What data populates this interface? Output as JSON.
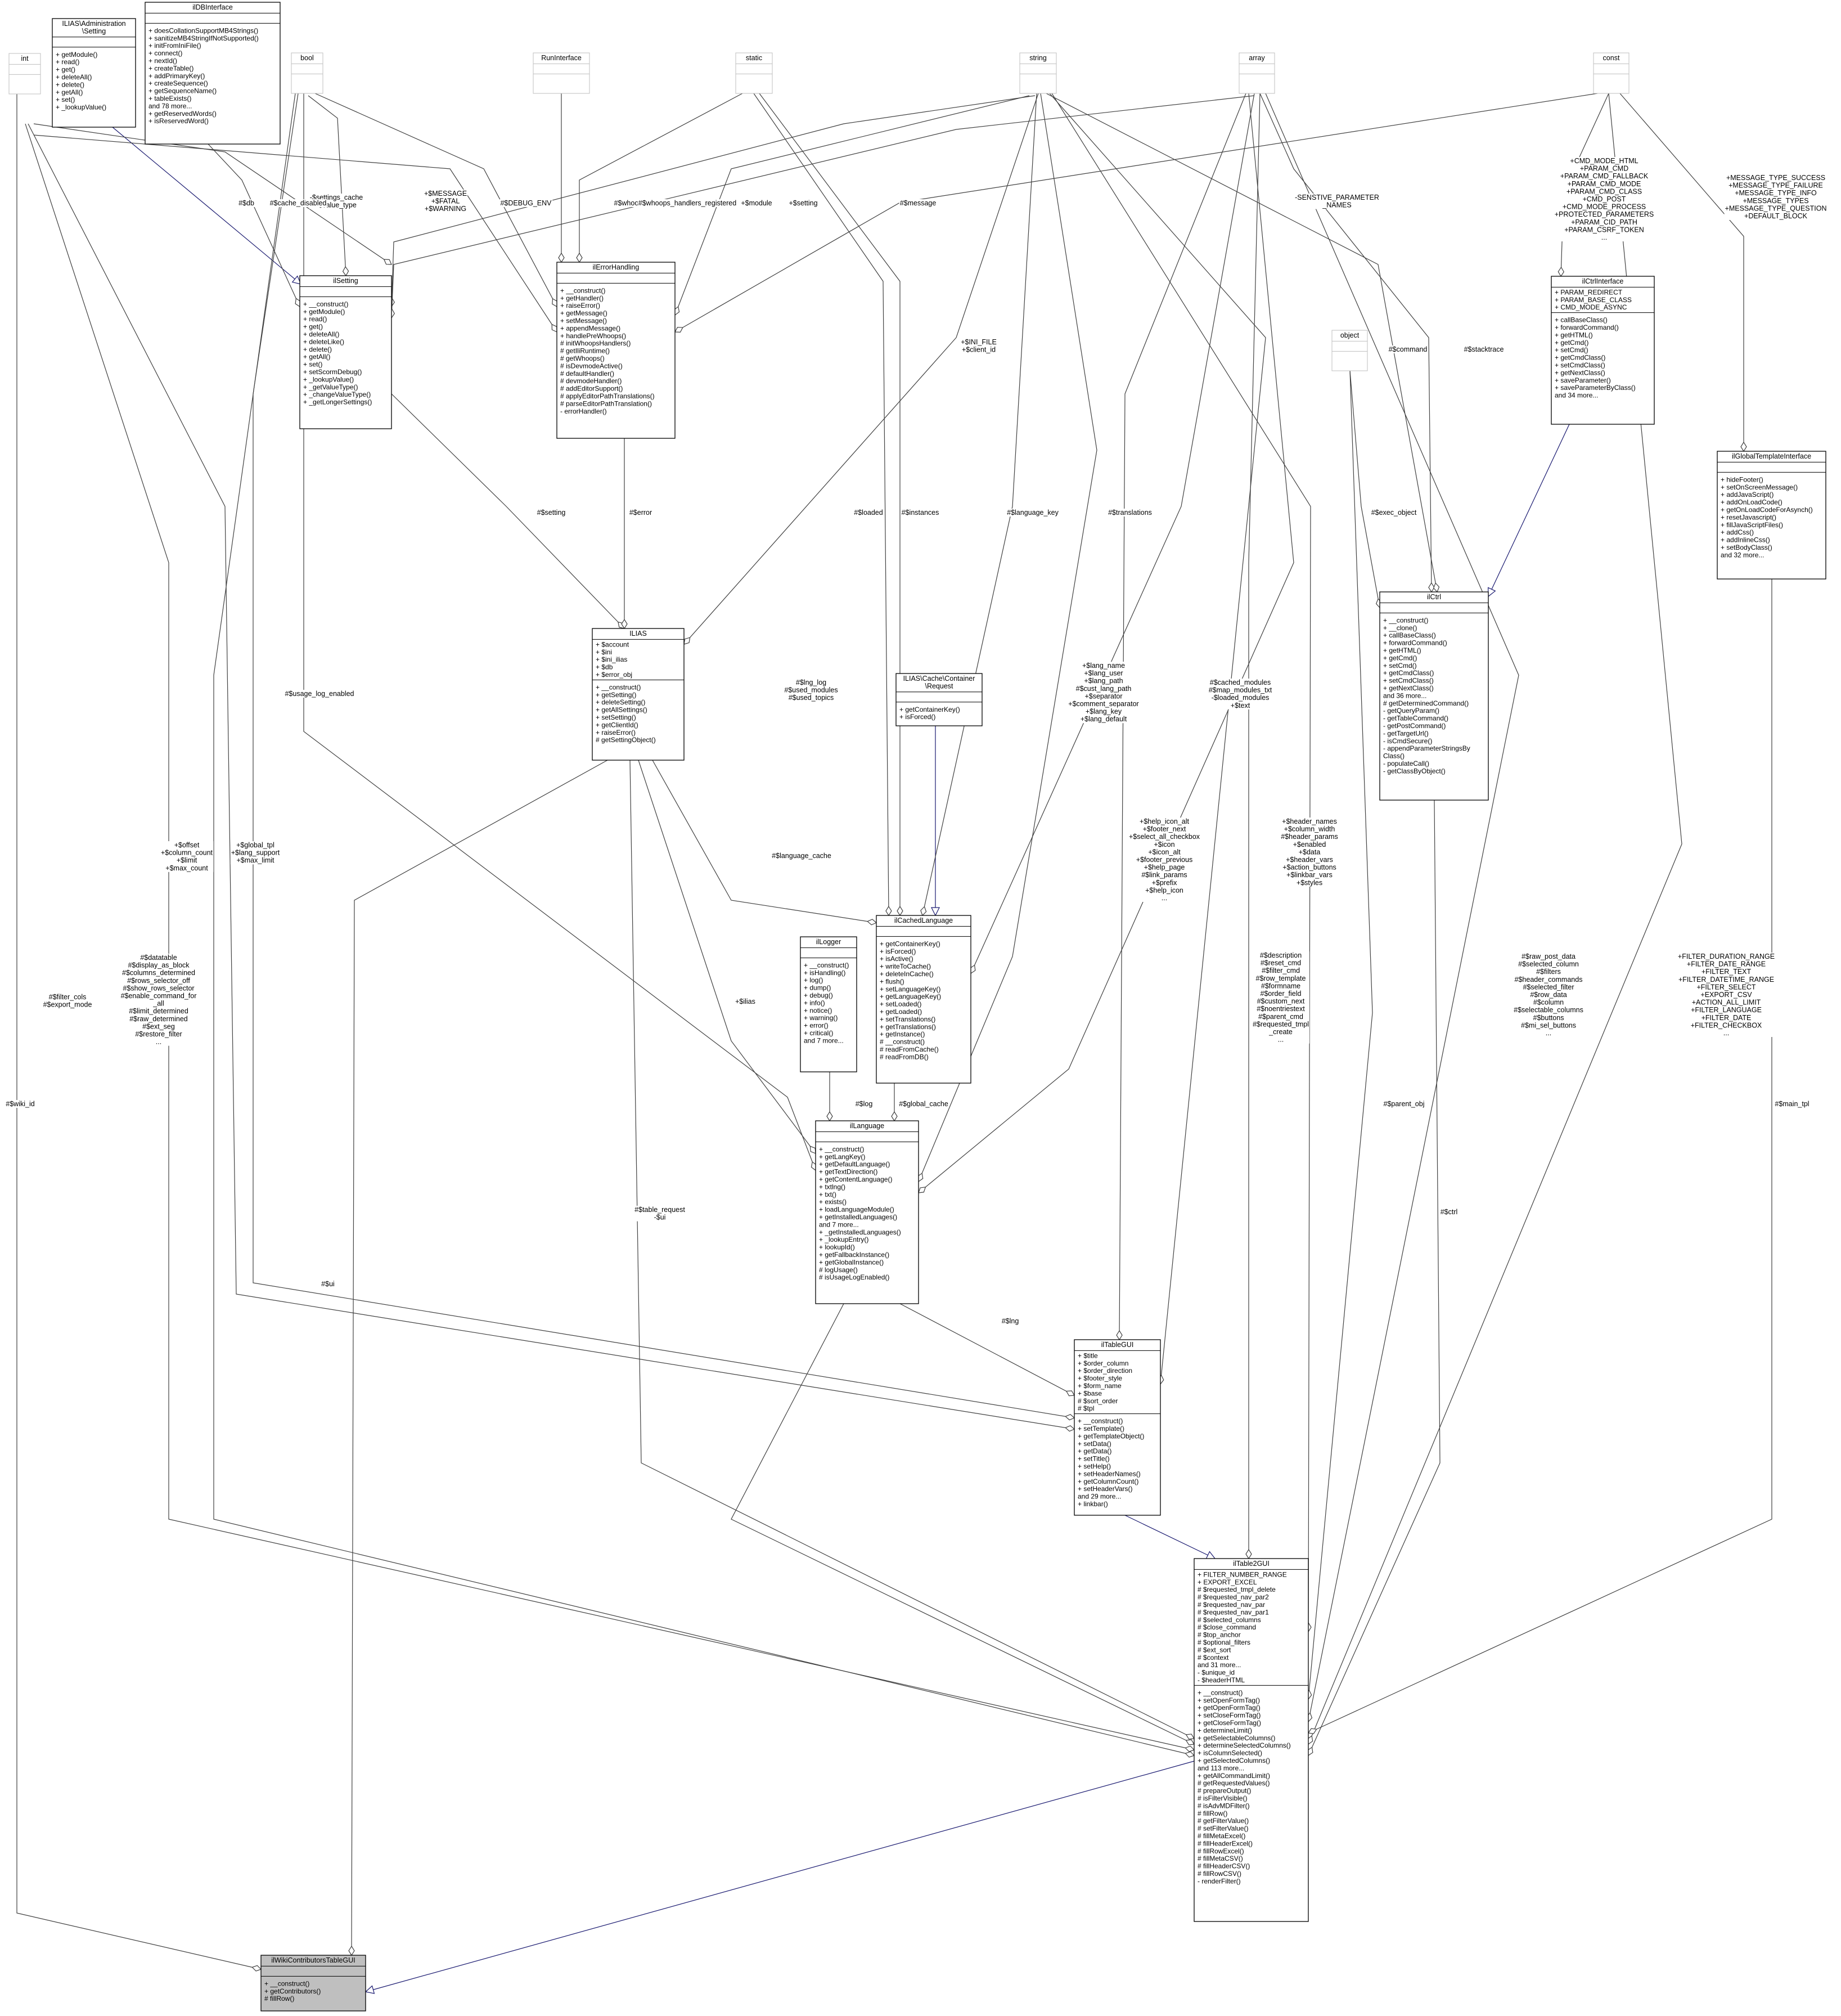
{
  "diagram": {
    "classes": [
      {
        "id": "int",
        "title": [
          "int"
        ],
        "attrs": [],
        "ops": [],
        "style": "prim"
      },
      {
        "id": "admin_setting",
        "title": [
          "ILIAS\\Administration",
          "\\Setting"
        ],
        "attrs": [],
        "ops": [
          "+ getModule()",
          "+ read()",
          "+ get()",
          "+ deleteAll()",
          "+ delete()",
          "+ getAll()",
          "+ set()",
          "+ _lookupValue()"
        ],
        "style": "class"
      },
      {
        "id": "ildbinterface",
        "title": [
          "ilDBInterface"
        ],
        "attrs": [],
        "ops": [
          "+ doesCollationSupportMB4Strings()",
          "+ sanitizeMB4StringIfNotSupported()",
          "+ initFromIniFile()",
          "+ connect()",
          "+ nextId()",
          "+ createTable()",
          "+ addPrimaryKey()",
          "+ createSequence()",
          "+ getSequenceName()",
          "+ tableExists()",
          "and 78 more...",
          "+ getReservedWords()",
          "+ isReservedWord()"
        ],
        "style": "class"
      },
      {
        "id": "bool",
        "title": [
          "bool"
        ],
        "attrs": [],
        "ops": [],
        "style": "prim"
      },
      {
        "id": "runinterface",
        "title": [
          "RunInterface"
        ],
        "attrs": [],
        "ops": [],
        "style": "prim"
      },
      {
        "id": "static",
        "title": [
          "static"
        ],
        "attrs": [],
        "ops": [],
        "style": "prim"
      },
      {
        "id": "string",
        "title": [
          "string"
        ],
        "attrs": [],
        "ops": [],
        "style": "prim"
      },
      {
        "id": "array",
        "title": [
          "array"
        ],
        "attrs": [],
        "ops": [],
        "style": "prim"
      },
      {
        "id": "const",
        "title": [
          "const"
        ],
        "attrs": [],
        "ops": [],
        "style": "prim"
      },
      {
        "id": "object",
        "title": [
          "object"
        ],
        "attrs": [],
        "ops": [],
        "style": "prim"
      },
      {
        "id": "ilsetting",
        "title": [
          "ilSetting"
        ],
        "attrs": [],
        "ops": [
          "+ __construct()",
          "+ getModule()",
          "+ read()",
          "+ get()",
          "+ deleteAll()",
          "+ deleteLike()",
          "+ delete()",
          "+ getAll()",
          "+ set()",
          "+ setScormDebug()",
          "+ _lookupValue()",
          "+ _getValueType()",
          "+ _changeValueType()",
          "+ _getLongerSettings()"
        ],
        "style": "class"
      },
      {
        "id": "ilerrorhandling",
        "title": [
          "ilErrorHandling"
        ],
        "attrs": [],
        "ops": [
          "+ __construct()",
          "+ getHandler()",
          "+ raiseError()",
          "+ getMessage()",
          "+ setMessage()",
          "+ appendMessage()",
          "+ handlePreWhoops()",
          "# initWhoopsHandlers()",
          "# getIliRuntime()",
          "# getWhoops()",
          "# isDevmodeActive()",
          "# defaultHandler()",
          "# devmodeHandler()",
          "# addEditorSupport()",
          "# applyEditorPathTranslations()",
          "# parseEditorPathTranslation()",
          "- errorHandler()"
        ],
        "style": "class"
      },
      {
        "id": "ilctrlinterface",
        "title": [
          "ilCtrlInterface"
        ],
        "attrs": [
          "+ PARAM_REDIRECT",
          "+ PARAM_BASE_CLASS",
          "+ CMD_MODE_ASYNC"
        ],
        "ops": [
          "+ callBaseClass()",
          "+ forwardCommand()",
          "+ getHTML()",
          "+ getCmd()",
          "+ setCmd()",
          "+ getCmdClass()",
          "+ setCmdClass()",
          "+ getNextClass()",
          "+ saveParameter()",
          "+ saveParameterByClass()",
          "and 34 more..."
        ],
        "style": "class"
      },
      {
        "id": "ilglobaltemplateinterface",
        "title": [
          "ilGlobalTemplateInterface"
        ],
        "attrs": [],
        "ops": [
          "+ hideFooter()",
          "+ setOnScreenMessage()",
          "+ addJavaScript()",
          "+ addOnLoadCode()",
          "+ getOnLoadCodeForAsynch()",
          "+ resetJavascript()",
          "+ fillJavaScriptFiles()",
          "+ addCss()",
          "+ addInlineCss()",
          "+ setBodyClass()",
          "and 32 more..."
        ],
        "style": "class"
      },
      {
        "id": "ilctrl",
        "title": [
          "ilCtrl"
        ],
        "attrs": [],
        "ops": [
          "+ __construct()",
          "+ __clone()",
          "+ callBaseClass()",
          "+ forwardCommand()",
          "+ getHTML()",
          "+ getCmd()",
          "+ setCmd()",
          "+ getCmdClass()",
          "+ setCmdClass()",
          "+ getNextClass()",
          "and 36 more...",
          "# getDeterminedCommand()",
          "- getQueryParam()",
          "- getTableCommand()",
          "- getPostCommand()",
          "- getTargetUrl()",
          "- isCmdSecure()",
          "- appendParameterStringsBy",
          "Class()",
          "- populateCall()",
          "- getClassByObject()"
        ],
        "style": "class"
      },
      {
        "id": "ilias",
        "title": [
          "ILIAS"
        ],
        "attrs": [
          "+ $account",
          "+ $ini",
          "+ $ini_ilias",
          "+ $db",
          "+ $error_obj"
        ],
        "ops": [
          "+ __construct()",
          "+ getSetting()",
          "+ deleteSetting()",
          "+ getAllSettings()",
          "+ setSetting()",
          "+ getClientId()",
          "+ raiseError()",
          "# getSettingObject()"
        ],
        "style": "class"
      },
      {
        "id": "cache_request",
        "title": [
          "ILIAS\\Cache\\Container",
          "\\Request"
        ],
        "attrs": [],
        "ops": [
          "+ getContainerKey()",
          "+ isForced()"
        ],
        "style": "class"
      },
      {
        "id": "ilcachedlanguage",
        "title": [
          "ilCachedLanguage"
        ],
        "attrs": [],
        "ops": [
          "+ getContainerKey()",
          "+ isForced()",
          "+ isActive()",
          "+ writeToCache()",
          "+ deleteInCache()",
          "+ flush()",
          "+ setLanguageKey()",
          "+ getLanguageKey()",
          "+ setLoaded()",
          "+ getLoaded()",
          "+ setTranslations()",
          "+ getTranslations()",
          "+ getInstance()",
          "# __construct()",
          "# readFromCache()",
          "# readFromDB()"
        ],
        "style": "class"
      },
      {
        "id": "illogger",
        "title": [
          "ilLogger"
        ],
        "attrs": [],
        "ops": [
          "+ __construct()",
          "+ isHandling()",
          "+ log()",
          "+ dump()",
          "+ debug()",
          "+ info()",
          "+ notice()",
          "+ warning()",
          "+ error()",
          "+ critical()",
          "and 7 more..."
        ],
        "style": "class"
      },
      {
        "id": "illanguage",
        "title": [
          "ilLanguage"
        ],
        "attrs": [],
        "ops": [
          "+ __construct()",
          "+ getLangKey()",
          "+ getDefaultLanguage()",
          "+ getTextDirection()",
          "+ getContentLanguage()",
          "+ txtlng()",
          "+ txt()",
          "+ exists()",
          "+ loadLanguageModule()",
          "+ getInstalledLanguages()",
          "and 7 more...",
          "+ _getInstalledLanguages()",
          "+ _lookupEntry()",
          "+ lookupId()",
          "+ getFallbackInstance()",
          "+ getGlobalInstance()",
          "# logUsage()",
          "# isUsageLogEnabled()"
        ],
        "style": "class"
      },
      {
        "id": "iltablegui",
        "title": [
          "ilTableGUI"
        ],
        "attrs": [
          "+ $title",
          "+ $order_column",
          "+ $order_direction",
          "+ $footer_style",
          "+ $form_name",
          "+ $base",
          "# $sort_order",
          "# $tpl"
        ],
        "ops": [
          "+ __construct()",
          "+ setTemplate()",
          "+ getTemplateObject()",
          "+ setData()",
          "+ getData()",
          "+ setTitle()",
          "+ setHelp()",
          "+ setHeaderNames()",
          "+ getColumnCount()",
          "+ setHeaderVars()",
          "and 29 more...",
          "+ linkbar()"
        ],
        "style": "class"
      },
      {
        "id": "iltable2gui",
        "title": [
          "ilTable2GUI"
        ],
        "attrs": [
          "+ FILTER_NUMBER_RANGE",
          "+ EXPORT_EXCEL",
          "# $requested_tmpl_delete",
          "# $requested_nav_par2",
          "# $requested_nav_par",
          "# $requested_nav_par1",
          "# $selected_columns",
          "# $close_command",
          "# $top_anchor",
          "# $optional_filters",
          "# $ext_sort",
          "# $context",
          "and 31 more...",
          "- $unique_id",
          "- $headerHTML"
        ],
        "ops": [
          "+ __construct()",
          "+ setOpenFormTag()",
          "+ getOpenFormTag()",
          "+ setCloseFormTag()",
          "+ getCloseFormTag()",
          "+ determineLimit()",
          "+ getSelectableColumns()",
          "+ determineSelectedColumns()",
          "+ isColumnSelected()",
          "+ getSelectedColumns()",
          "and 113 more...",
          "+ getAllCommandLimit()",
          "# getRequestedValues()",
          "# prepareOutput()",
          "# isFilterVisible()",
          "# isAdvMDFilter()",
          "# fillRow()",
          "# getFilterValue()",
          "# setFilterValue()",
          "# fillMetaExcel()",
          "# fillHeaderExcel()",
          "# fillRowExcel()",
          "# fillMetaCSV()",
          "# fillHeaderCSV()",
          "# fillRowCSV()",
          "- renderFilter()"
        ],
        "style": "class"
      },
      {
        "id": "ilwiki",
        "title": [
          "ilWikiContributorsTableGUI"
        ],
        "attrs": [],
        "ops": [
          "+ __construct()",
          "+ getContributors()",
          "# fillRow()"
        ],
        "style": "focus"
      }
    ],
    "labels": {
      "settings_cache": [
        "-$settings_cache",
        "-$value_type"
      ],
      "db": [
        "#$db"
      ],
      "cache_disabled": [
        "#$cache_disabled"
      ],
      "message_fatal": [
        "+$MESSAGE",
        "+$FATAL",
        "+$WARNING"
      ],
      "debug_env": [
        "#$DEBUG_ENV"
      ],
      "whoops": [
        "#$whoops"
      ],
      "whoops_registered": [
        "#$whoops_handlers_registered"
      ],
      "module": [
        "+$module"
      ],
      "setting_top": [
        "+$setting"
      ],
      "message": [
        "#$message"
      ],
      "sensitive": [
        "-SENSTIVE_PARAMETER",
        "_NAMES"
      ],
      "ctrl_consts": [
        "+CMD_MODE_HTML",
        "+PARAM_CMD",
        "+PARAM_CMD_FALLBACK",
        "+PARAM_CMD_MODE",
        "+PARAM_CMD_CLASS",
        "+CMD_POST",
        "+CMD_MODE_PROCESS",
        "+PROTECTED_PARAMETERS",
        "+PARAM_CID_PATH",
        "+PARAM_CSRF_TOKEN",
        "..."
      ],
      "msg_consts": [
        "+MESSAGE_TYPE_SUCCESS",
        "+MESSAGE_TYPE_FAILURE",
        "+MESSAGE_TYPE_INFO",
        "+MESSAGE_TYPES",
        "+MESSAGE_TYPE_QUESTION",
        "+DEFAULT_BLOCK"
      ],
      "ini_file": [
        "+$INI_FILE",
        "+$client_id"
      ],
      "command": [
        "#$command"
      ],
      "stacktrace": [
        "#$stacktrace"
      ],
      "setting_mid": [
        "#$setting"
      ],
      "error": [
        "#$error"
      ],
      "loaded": [
        "#$loaded"
      ],
      "instances": [
        "#$instances"
      ],
      "language_key": [
        "#$language_key"
      ],
      "translations": [
        "#$translations"
      ],
      "exec_object": [
        "#$exec_object"
      ],
      "usage_log": [
        "#$usage_log_enabled"
      ],
      "lng_log": [
        "#$lng_log",
        "#$used_modules",
        "#$used_topics"
      ],
      "lang_name": [
        "+$lang_name",
        "+$lang_user",
        "+$lang_path",
        "#$cust_lang_path",
        "+$separator",
        "+$comment_separator",
        "+$lang_key",
        "+$lang_default"
      ],
      "cached_modules": [
        "#$cached_modules",
        "#$map_modules_txt",
        "-$loaded_modules",
        "+$text"
      ],
      "language_cache": [
        "#$language_cache"
      ],
      "help_icon": [
        "+$help_icon_alt",
        "+$footer_next",
        "+$select_all_checkbox",
        "+$icon",
        "+$icon_alt",
        "+$footer_previous",
        "+$help_page",
        "#$link_params",
        "+$prefix",
        "+$help_icon",
        "..."
      ],
      "header_names": [
        "+$header_names",
        "+$column_width",
        "#$header_params",
        "+$enabled",
        "+$data",
        "+$header_vars",
        "+$action_buttons",
        "+$linkbar_vars",
        "+$styles"
      ],
      "offset": [
        "+$offset",
        "+$column_count",
        "+$limit",
        "+$max_count"
      ],
      "global_tpl": [
        "+$global_tpl",
        "+$lang_support",
        "+$max_limit"
      ],
      "datatable": [
        "#$datatable",
        "#$display_as_block",
        "#$columns_determined",
        "#$rows_selector_off",
        "#$show_rows_selector",
        "#$enable_command_for",
        "_all",
        "#$limit_determined",
        "#$raw_determined",
        "#$ext_seg",
        "#$restore_filter",
        "..."
      ],
      "filter_cols": [
        "#$filter_cols",
        "#$export_mode"
      ],
      "wiki_id": [
        "#$wiki_id"
      ],
      "ilias_var": [
        "+$ilias"
      ],
      "log": [
        "#$log"
      ],
      "global_cache": [
        "#$global_cache"
      ],
      "description": [
        "#$description",
        "#$reset_cmd",
        "#$filter_cmd",
        "#$row_template",
        "#$formname",
        "#$order_field",
        "#$custom_next",
        "#$noentriestext",
        "#$parent_cmd",
        "#$requested_tmpl",
        "_create",
        "..."
      ],
      "raw_post": [
        "#$raw_post_data",
        "#$selected_column",
        "#$filters",
        "#$header_commands",
        "#$selected_filter",
        "#$row_data",
        "#$column",
        "#$selectable_columns",
        "#$buttons",
        "#$mi_sel_buttons",
        "..."
      ],
      "filter_consts": [
        "+FILTER_DURATION_RANGE",
        "+FILTER_DATE_RANGE",
        "+FILTER_TEXT",
        "+FILTER_DATETIME_RANGE",
        "+FILTER_SELECT",
        "+EXPORT_CSV",
        "+ACTION_ALL_LIMIT",
        "+FILTER_LANGUAGE",
        "+FILTER_DATE",
        "+FILTER_CHECKBOX",
        "..."
      ],
      "parent_obj": [
        "#$parent_obj"
      ],
      "ctrl_var": [
        "#$ctrl"
      ],
      "main_tpl": [
        "#$main_tpl"
      ],
      "table_request": [
        "#$table_request",
        "-$ui"
      ],
      "ui": [
        "#$ui"
      ],
      "lng": [
        "#$lng"
      ]
    }
  }
}
